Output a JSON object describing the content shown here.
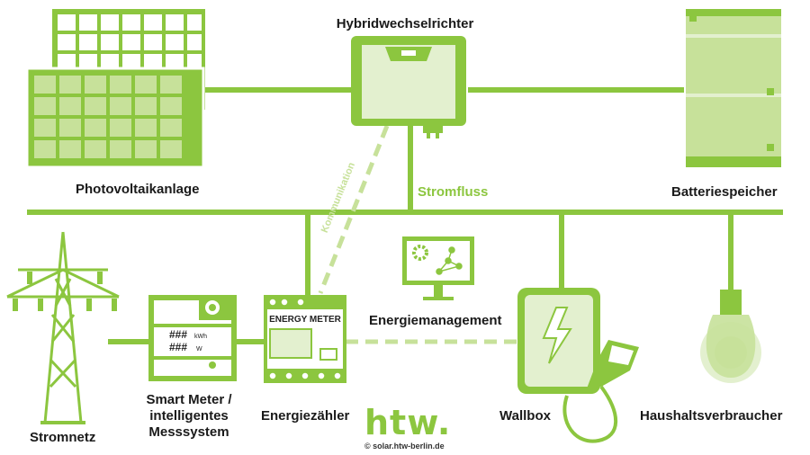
{
  "labels": {
    "inverter": "Hybridwechselrichter",
    "pv": "Photovoltaikanlage",
    "flow": "Stromfluss",
    "battery": "Batteriespeicher",
    "communication": "Kommunikation",
    "energy_mgmt": "Energiemanagement",
    "grid": "Stromnetz",
    "smart_meter_1": "Smart Meter /",
    "smart_meter_2": "intelligentes",
    "smart_meter_3": "Messsystem",
    "energy_counter": "Energiezähler",
    "wallbox": "Wallbox",
    "household": "Haushaltsverbraucher"
  },
  "energy_meter": {
    "title": "ENERGY METER"
  },
  "smart_meter_display": {
    "row1_value": "###",
    "row1_unit": "kWh",
    "row2_value": "###",
    "row2_unit": "W"
  },
  "brand": {
    "logo_text": "htw.",
    "copyright": "© solar.htw-berlin.de"
  },
  "colors": {
    "primary": "#8cc63f",
    "light": "#c7e19a",
    "pale": "#e3f0cf",
    "text": "#1a1a1a"
  }
}
